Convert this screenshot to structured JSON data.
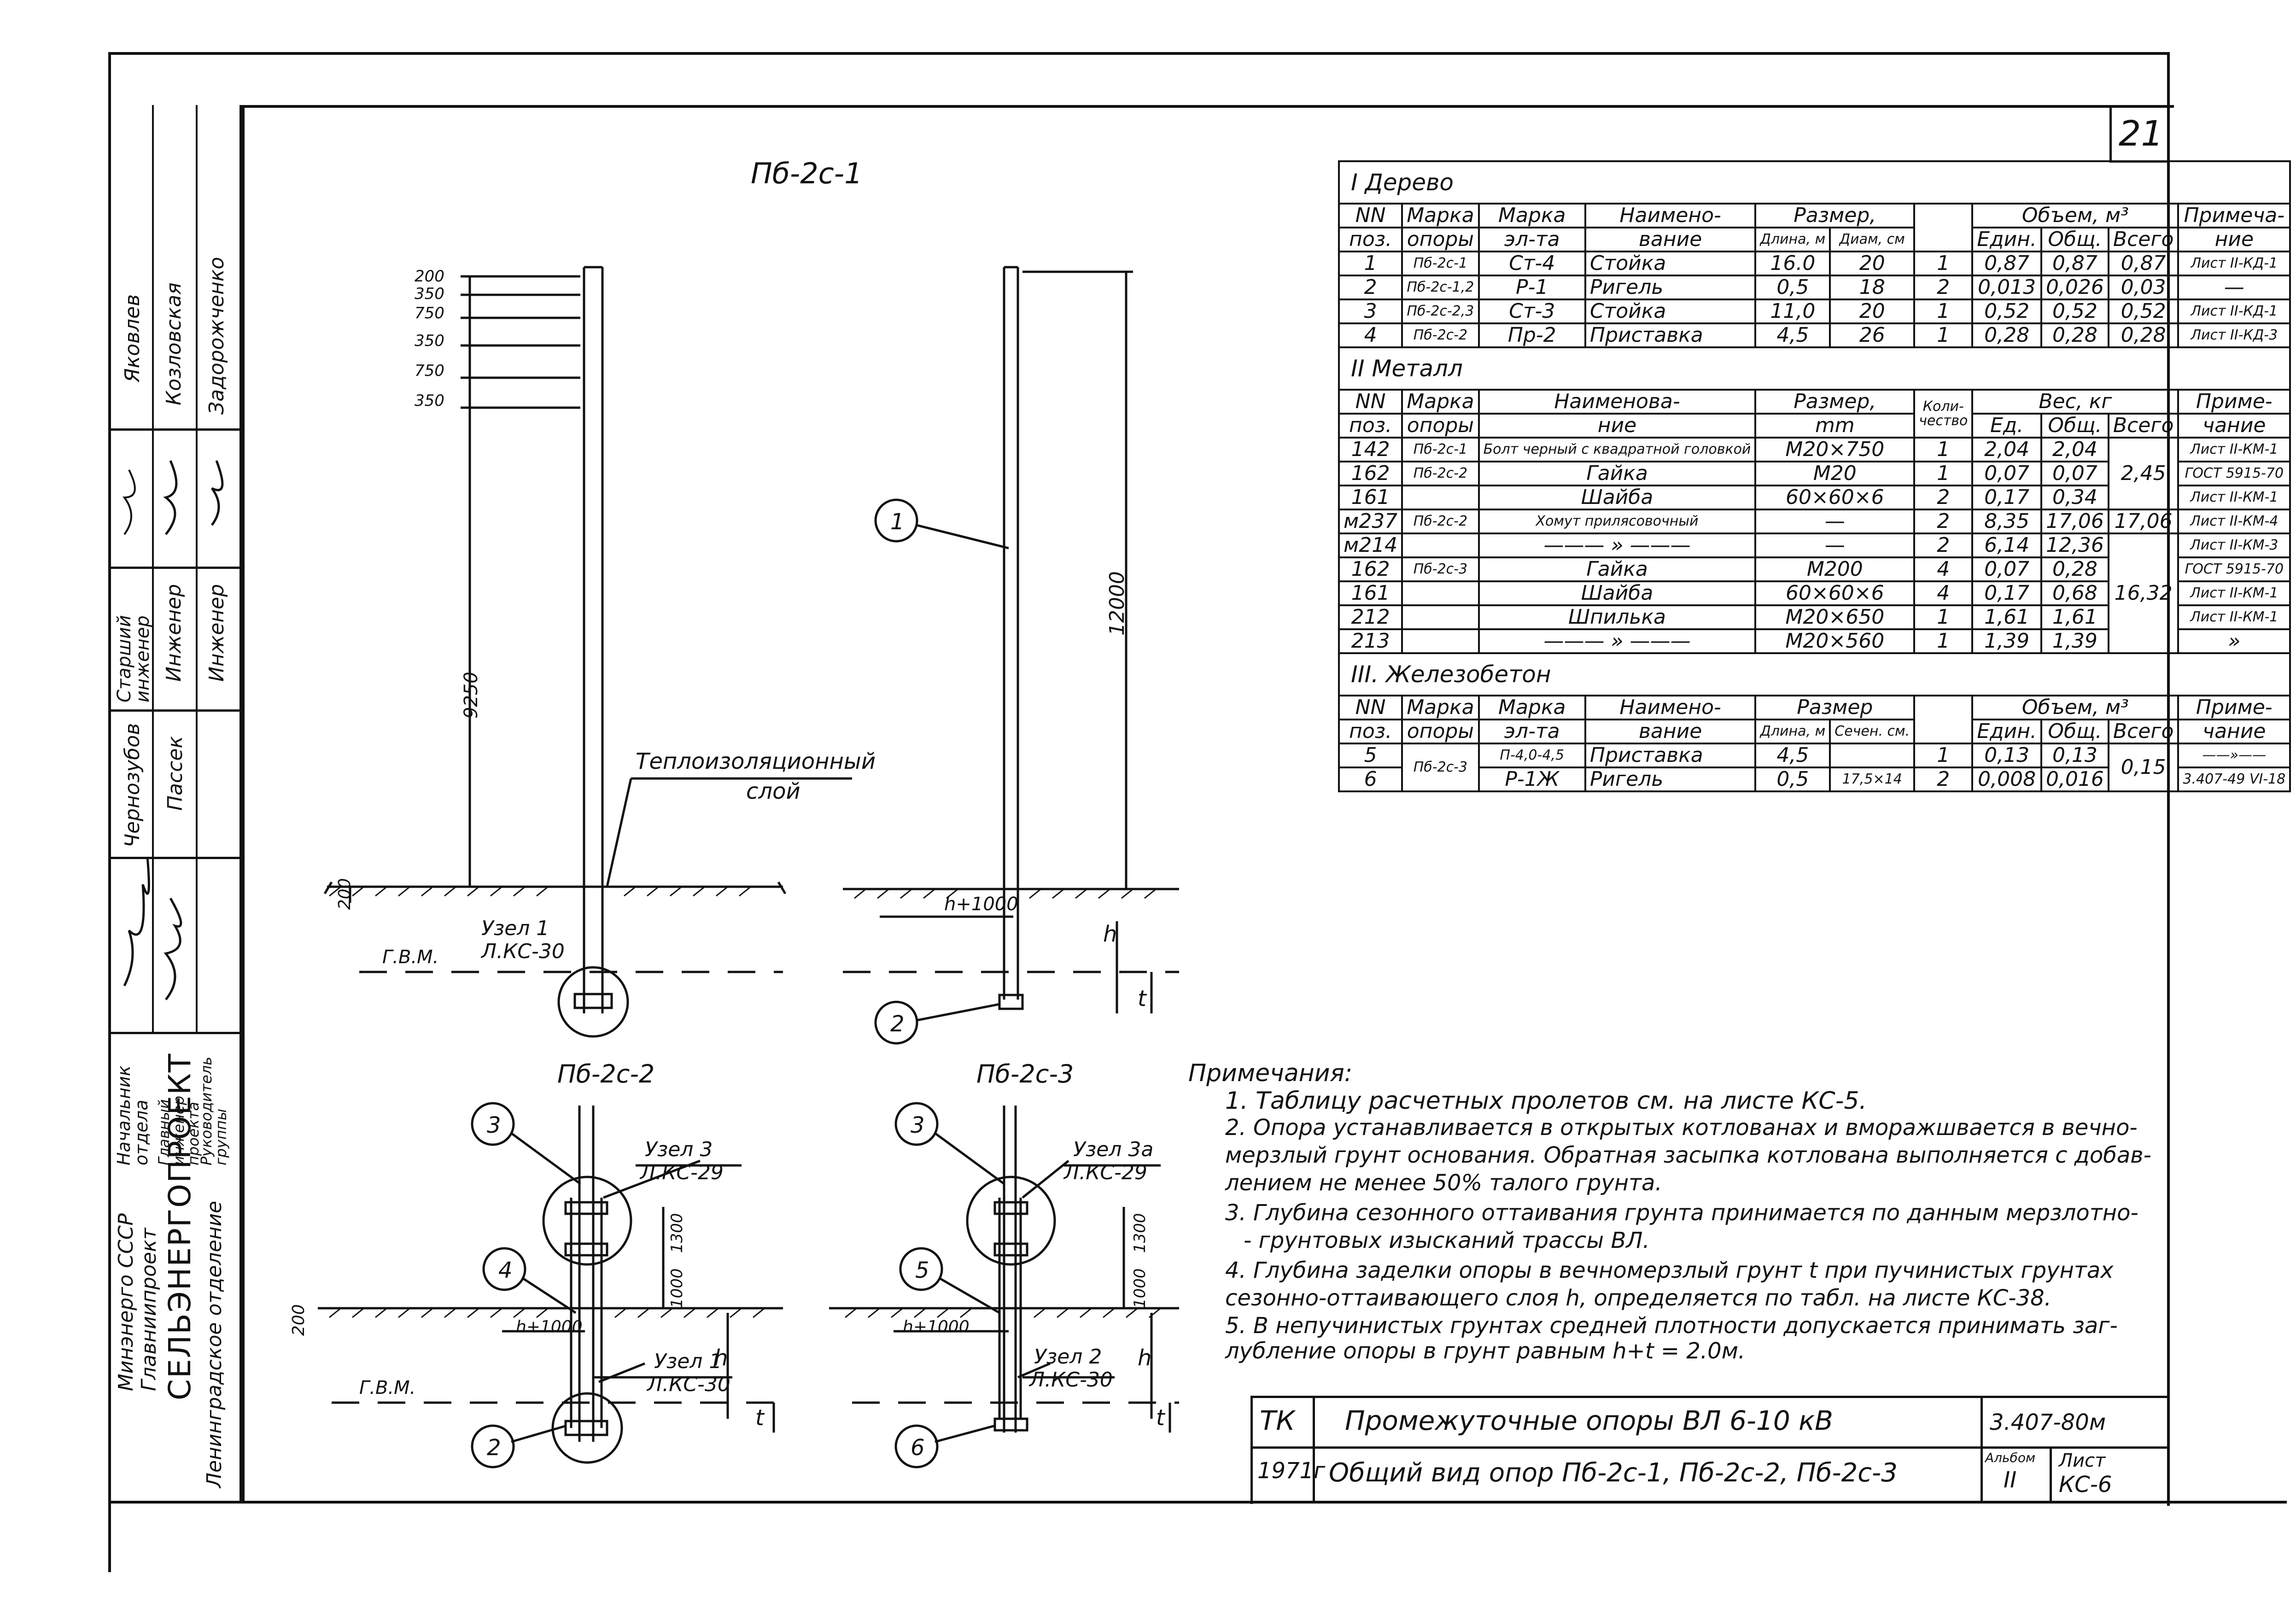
{
  "sheet_number": "21",
  "drawings": {
    "pb2c1_title": "Пб-2с-1",
    "pb2c2_title": "Пб-2с-2",
    "pb2c3_title": "Пб-2с-3",
    "dims_top": [
      "200",
      "350",
      "750",
      "350",
      "750",
      "350"
    ],
    "dim_9250": "9250",
    "dim_12000": "12000",
    "dim_200": "200",
    "dim_200b": "200",
    "dim_1300a": "1300",
    "dim_1000a": "1000",
    "dim_1300b": "1300",
    "dim_1000b": "1000",
    "insulation_label_1": "Теплоизоляционный",
    "insulation_label_2": "слой",
    "gvm_1": "Г.В.М.",
    "gvm_2": "Г.В.М.",
    "h_plus_1000_a": "h+1000",
    "h_plus_1000_b": "h+1000",
    "h_plus_1000_c": "h+1000",
    "h_a": "h",
    "t_a": "t",
    "h_b": "h",
    "t_b": "t",
    "h_c": "h",
    "t_c": "t",
    "node1_a": "Узел 1",
    "node1_a_ref": "Л.КС-30",
    "node3": "Узел 3",
    "node3_ref": "Л.КС-29",
    "node1_b": "Узел 1",
    "node1_b_ref": "Л.КС-30",
    "node3a": "Узел 3а",
    "node3a_ref": "Л.КС-29",
    "node2": "Узел 2",
    "node2_ref": "Л.КС-30",
    "callouts": [
      "1",
      "2",
      "3",
      "4",
      "2",
      "3",
      "5",
      "6"
    ]
  },
  "side_stamp": {
    "org_1": "Минэнерго СССР",
    "org_2": "Главниипроект",
    "org_3": "СЕЛЬЭНЕРГОПРОЕКТ",
    "org_4": "Ленинградское отделение",
    "roles": [
      {
        "role": "Начальник отдела",
        "name": "Чернозубов"
      },
      {
        "role": "Главный инженер проекта",
        "name": "Пассек"
      },
      {
        "role": "Руководитель группы",
        "name": ""
      }
    ],
    "roles2": [
      {
        "role": "Старший инженер",
        "name": "Яковлев"
      },
      {
        "role": "Инженер",
        "name": "Козловская"
      },
      {
        "role": "Инженер",
        "name": "Задорожченко"
      }
    ]
  },
  "spec_table": {
    "section1": "I Дерево",
    "section2": "II Металл",
    "section3": "III. Железобетон",
    "h1": {
      "nn": "NN",
      "poz": "поз.",
      "marka": "Марка",
      "opory": "опоры",
      "marka_el": "Марка",
      "el_ta": "эл-та",
      "naim": "Наимено-",
      "vanie": "вание",
      "razmer": "Размер,",
      "dlina": "Длина, м",
      "diam": "Диам, см",
      "volume": "Объем, м³",
      "edin": "Един.",
      "obsh": "Общ.",
      "vsego": "Всего",
      "prim": "Примеча-",
      "prim2": "ние"
    },
    "rows1": [
      [
        "1",
        "Пб-2с-1",
        "Ст-4",
        "Стойка",
        "16.0",
        "20",
        "1",
        "0,87",
        "0,87",
        "0,87",
        "Лист II-КД-1"
      ],
      [
        "2",
        "Пб-2с-1,2",
        "Р-1",
        "Ригель",
        "0,5",
        "18",
        "2",
        "0,013",
        "0,026",
        "0,03",
        "—"
      ],
      [
        "3",
        "Пб-2с-2,3",
        "Ст-3",
        "Стойка",
        "11,0",
        "20",
        "1",
        "0,52",
        "0,52",
        "0,52",
        "Лист II-КД-1"
      ],
      [
        "4",
        "Пб-2с-2",
        "Пр-2",
        "Приставка",
        "4,5",
        "26",
        "1",
        "0,28",
        "0,28",
        "0,28",
        "Лист II-КД-3"
      ]
    ],
    "h2": {
      "nn": "NN",
      "poz": "поз.",
      "marka": "Марка",
      "opory": "опоры",
      "naim": "Наименова-",
      "nie": "ние",
      "razmer": "Размер,",
      "mm": "mm",
      "kol": "Коли-чество",
      "ves": "Вес, кг",
      "ed": "Ед.",
      "obsh": "Общ.",
      "vsego": "Всего",
      "prim": "Приме-",
      "prim2": "чание"
    },
    "rows2": [
      [
        "142",
        "Пб-2с-1",
        "Болт черный с квадратной головкой",
        "М20×750",
        "1",
        "2,04",
        "2,04",
        "Лист II-КМ-1"
      ],
      [
        "162",
        "Пб-2с-2",
        "Гайка",
        "М20",
        "1",
        "0,07",
        "0,07",
        "ГОСТ 5915-70"
      ],
      [
        "161",
        "",
        "Шайба",
        "60×60×6",
        "2",
        "0,17",
        "0,34",
        "Лист II-КМ-1"
      ],
      [
        "м237",
        "Пб-2с-2",
        "Хомут прилясовочный",
        "—",
        "2",
        "8,35",
        "17,06",
        "Лист II-КМ-4"
      ],
      [
        "м214",
        "",
        "——— » ———",
        "—",
        "2",
        "6,14",
        "12,36",
        "Лист II-КМ-3"
      ],
      [
        "162",
        "Пб-2с-3",
        "Гайка",
        "М200",
        "4",
        "0,07",
        "0,28",
        "ГОСТ 5915-70"
      ],
      [
        "161",
        "",
        "Шайба",
        "60×60×6",
        "4",
        "0,17",
        "0,68",
        "Лист II-КМ-1"
      ],
      [
        "212",
        "",
        "Шпилька",
        "М20×650",
        "1",
        "1,61",
        "1,61",
        "Лист II-КМ-1"
      ],
      [
        "213",
        "",
        "——— » ———",
        "М20×560",
        "1",
        "1,39",
        "1,39",
        "»"
      ]
    ],
    "totals2": [
      "2,45",
      "17,06",
      "16,32"
    ],
    "h3": {
      "nn": "NN",
      "poz": "поз.",
      "marka": "Марка",
      "opory": "опоры",
      "marka_el": "Марка",
      "el_ta": "эл-та",
      "naim": "Наимено-",
      "vanie": "вание",
      "razmer": "Размер",
      "dlina": "Длина, м",
      "sech": "Сечен. см.",
      "volume": "Объем, м³",
      "edin": "Един.",
      "obsh": "Общ.",
      "vsego": "Всего",
      "prim": "Приме-",
      "prim2": "чание"
    },
    "rows3": [
      [
        "5",
        "Пб-2с-3",
        "П-4,0-4,5",
        "Приставка",
        "4,5",
        "",
        "1",
        "0,13",
        "0,13",
        "——»——"
      ],
      [
        "6",
        "",
        "Р-1Ж",
        "Ригель",
        "0,5",
        "17,5×14",
        "2",
        "0,008",
        "0,016",
        "3.407-49 VI-18"
      ]
    ],
    "total3": "0,15"
  },
  "notes": {
    "title": "Примечания:",
    "lines": [
      "1. Таблицу расчетных пролетов см. на листе КС-5.",
      "2. Опора устанавливается в открытых котлованах и вморажшвается в вечно-",
      "мерзлый грунт основания. Обратная засыпка котлована выполняется с добав-",
      "лением не менее 50% талого грунта.",
      "3. Глубина сезонного оттаивания грунта принимается по данным мерзлотно-",
      "- грунтовых изысканий трассы ВЛ.",
      "4. Глубина заделки опоры в вечномерзлый грунт t при пучинистых грунтах",
      "сезонно-оттаивающего слоя h, определяется по табл. на листе КС-38.",
      "5. В непучинистых грунтах средней плотности допускается принимать заг-",
      "лубление опоры в грунт равным  h+t = 2.0м."
    ]
  },
  "title_block": {
    "tk": "ТК",
    "title": "Промежуточные опоры ВЛ 6-10 кВ",
    "code": "3.407-80м",
    "year": "1971г",
    "subtitle": "Общий вид опор Пб-2с-1, Пб-2с-2, Пб-2с-3",
    "album_label": "Альбом",
    "album": "II",
    "sheet_label": "Лист",
    "sheet": "КС-6"
  }
}
